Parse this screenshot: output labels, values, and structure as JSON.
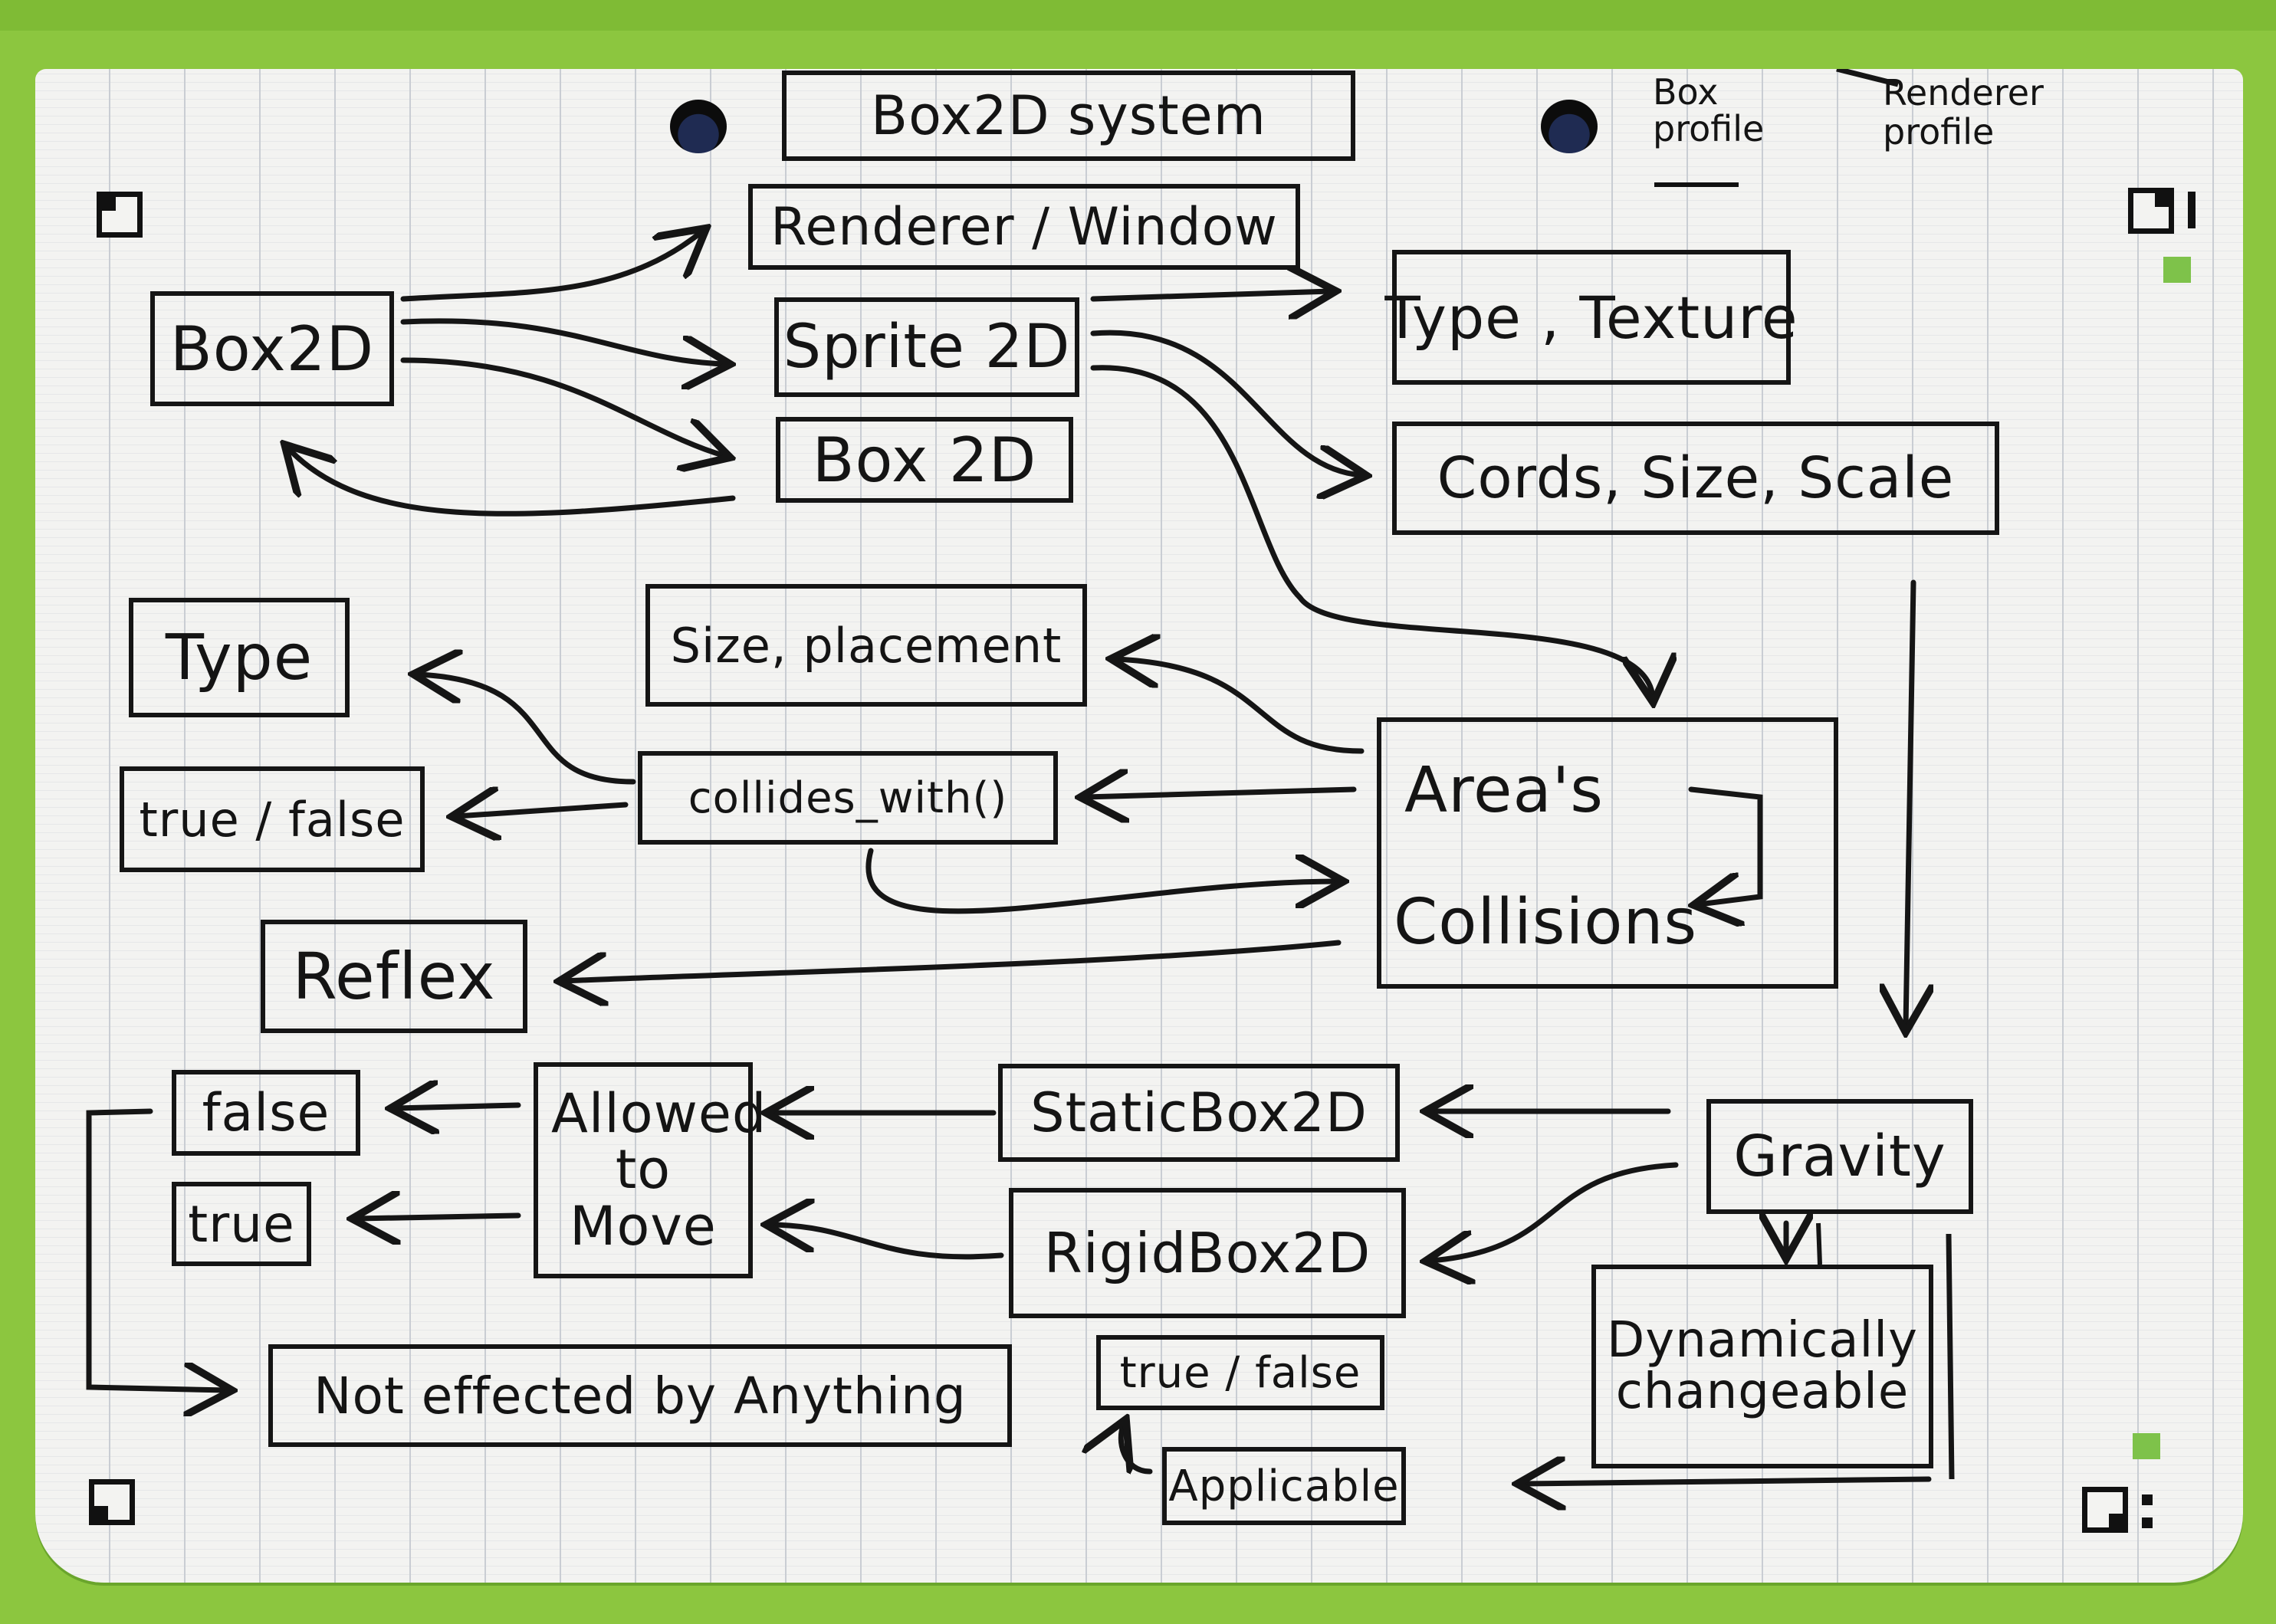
{
  "header": {
    "title": "Box2D system",
    "profile_left": "Box profile",
    "profile_right": "Renderer profile"
  },
  "nodes": {
    "box2d_main": "Box2D",
    "renderer_window": "Renderer / Window",
    "sprite2d": "Sprite 2D",
    "box2d_sub": "Box 2D",
    "type_texture": "Type , Texture",
    "cords_size_scale": "Cords, Size, Scale",
    "type": "Type",
    "size_placement": "Size, placement",
    "collides_with": "collides_with()",
    "true_false_left": "true / false",
    "areas": "Area's",
    "collisions": "Collisions",
    "reflex": "Reflex",
    "false": "false",
    "true": "true",
    "allowed_to_move": "Allowed to Move",
    "static_box2d": "StaticBox2D",
    "rigid_box2d": "RigidBox2D",
    "gravity": "Gravity",
    "dynamically_changeable": "Dynamically changeable",
    "not_affected": "Not effected by Anything",
    "true_false_bottom": "true / false",
    "applicable": "Applicable"
  },
  "colors": {
    "binder_green": "#8cc63f",
    "paper": "#f3f3f1",
    "ink": "#151515",
    "grid_line": "#c9cdd3",
    "hole_blue": "#1f2b52"
  },
  "icons": [
    "binder-hole-icon",
    "corner-marker-icon"
  ]
}
